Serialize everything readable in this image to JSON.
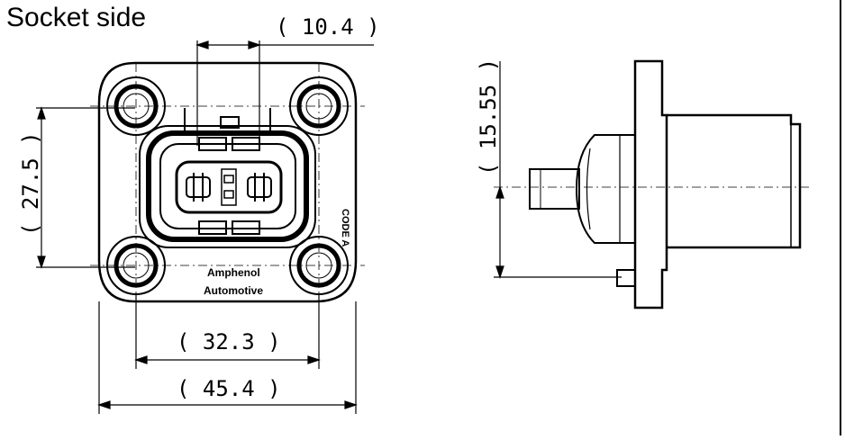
{
  "caption": "Socket side",
  "dimensions": {
    "top_width": "( 10.4 )",
    "left_height": "( 27.5 )",
    "inner_width": "( 32.3 )",
    "overall_width": "( 45.4 )",
    "side_height": "( 15.55 )"
  },
  "markings": {
    "brand_line1": "Amphenol",
    "brand_line2": "Automotive",
    "code": "CODE A"
  }
}
